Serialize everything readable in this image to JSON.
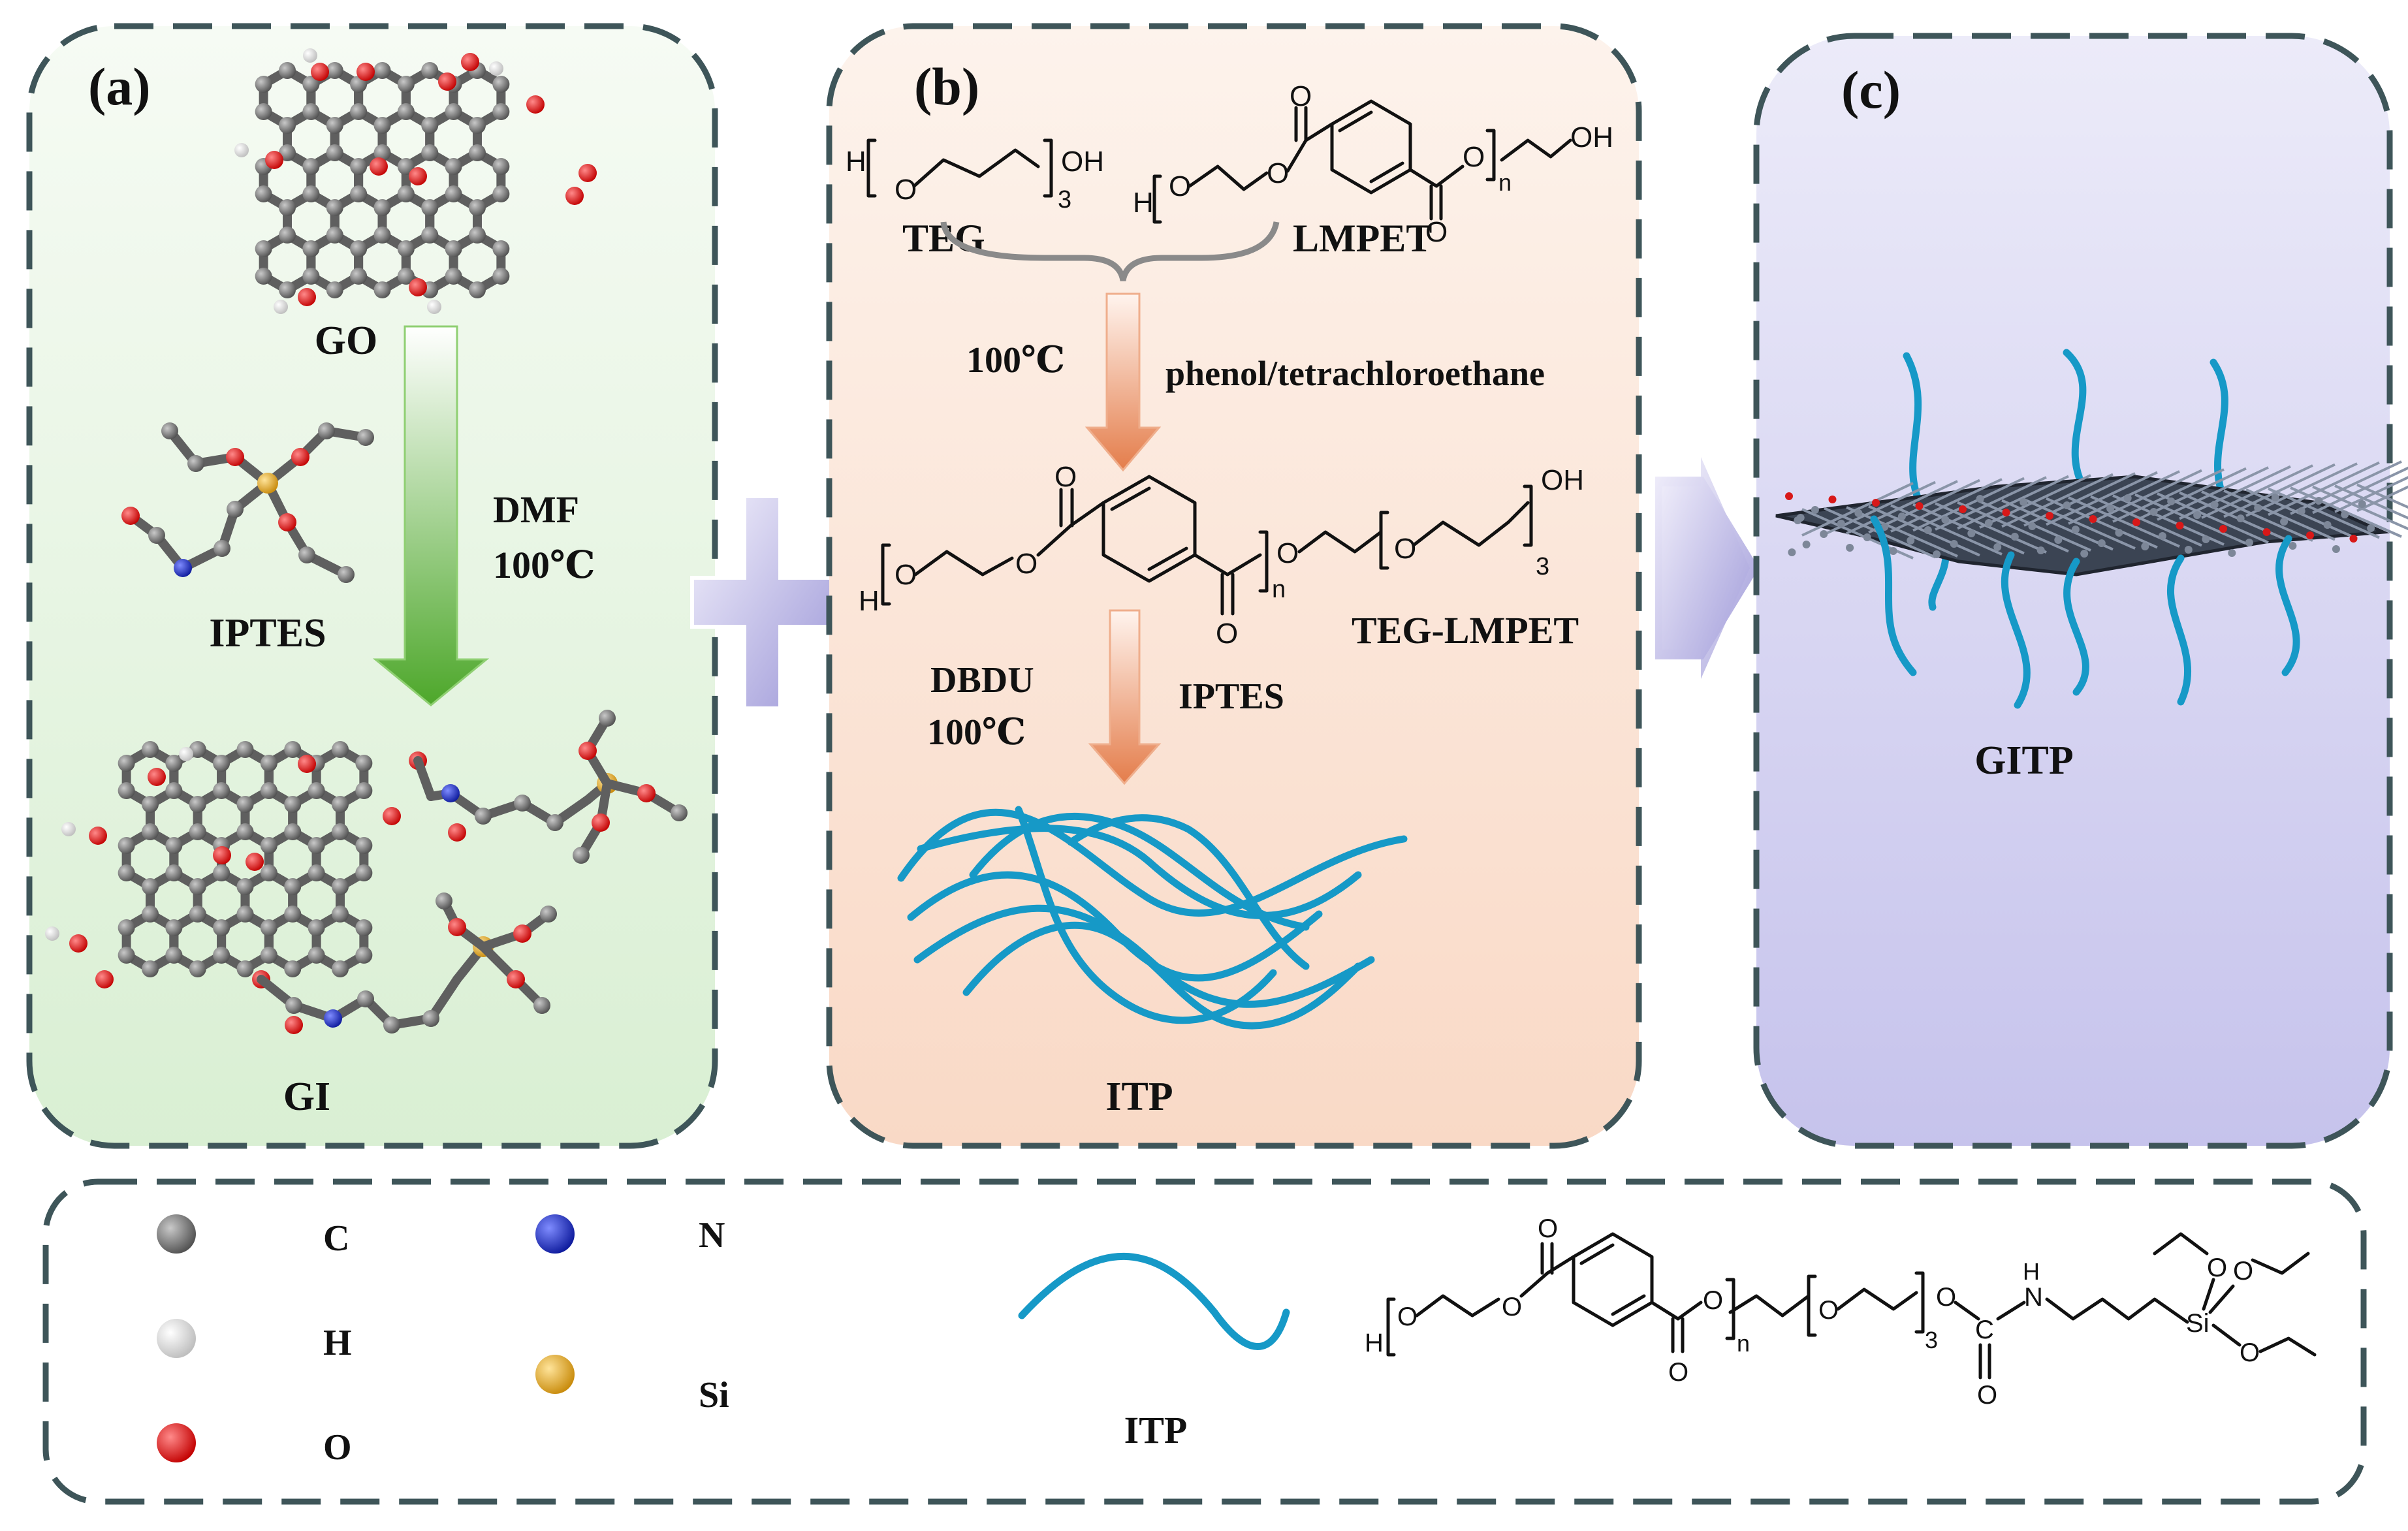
{
  "panels": {
    "a": {
      "tag": "(a)",
      "go_label": "GO",
      "iptes_label": "IPTES",
      "gi_label": "GI",
      "conditions": [
        "DMF",
        "100℃"
      ]
    },
    "b": {
      "tag": "(b)",
      "teg_label": "TEG",
      "lmpet_label": "LMPET",
      "temperature": "100℃",
      "solvent": "phenol/tetrachloroethane",
      "teg_lmpet_label": "TEG-LMPET",
      "catalyst": "DBDU",
      "catalyst_temperature": "100℃",
      "reagent": "IPTES",
      "product_label": "ITP"
    },
    "c": {
      "tag": "(c)",
      "product_label": "GITP"
    }
  },
  "chem_text": {
    "H": "H",
    "O": "O",
    "OH": "OH",
    "n": "n",
    "three": "3",
    "N": "N",
    "C": "C",
    "Si": "Si"
  },
  "legend": {
    "atoms": [
      {
        "symbol": "C",
        "color": "#6b6b6b"
      },
      {
        "symbol": "H",
        "color": "#f2f2f2"
      },
      {
        "symbol": "O",
        "color": "#e01010"
      },
      {
        "symbol": "N",
        "color": "#1a2fb8"
      },
      {
        "symbol": "Si",
        "color": "#e0a81c"
      }
    ],
    "itp_label": "ITP"
  },
  "colors": {
    "panel_border": "#3e5559",
    "panel_a_fill": "#e5f4e2",
    "panel_b_fill": "#fbe0d0",
    "panel_c_fill": "#c8c6ec",
    "wave": "#1699c7",
    "green_arrow": "#5db535",
    "orange_arrow": "#e88a5a"
  },
  "icons": [
    "plus-icon",
    "right-arrow-icon",
    "down-arrow-icon"
  ]
}
